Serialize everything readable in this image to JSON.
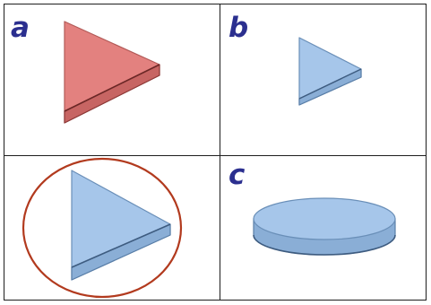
{
  "panels": [
    {
      "label": "a",
      "shape": "triangle-prism-large",
      "color": "#e3817f",
      "highlighted": false
    },
    {
      "label": "b",
      "shape": "triangle-prism-small",
      "color": "#a6c6ea",
      "highlighted": false
    },
    {
      "label": "",
      "shape": "triangle-prism-large",
      "color": "#a6c6ea",
      "highlighted": true
    },
    {
      "label": "c",
      "shape": "disc",
      "color": "#a6c6ea",
      "highlighted": false
    }
  ],
  "colors": {
    "grid_line": "#1e1e1e",
    "label_text": "#2b2f8f",
    "red_shape": "#e3817f",
    "blue_shape": "#a6c6ea",
    "highlight_ring": "#b23a1e"
  }
}
